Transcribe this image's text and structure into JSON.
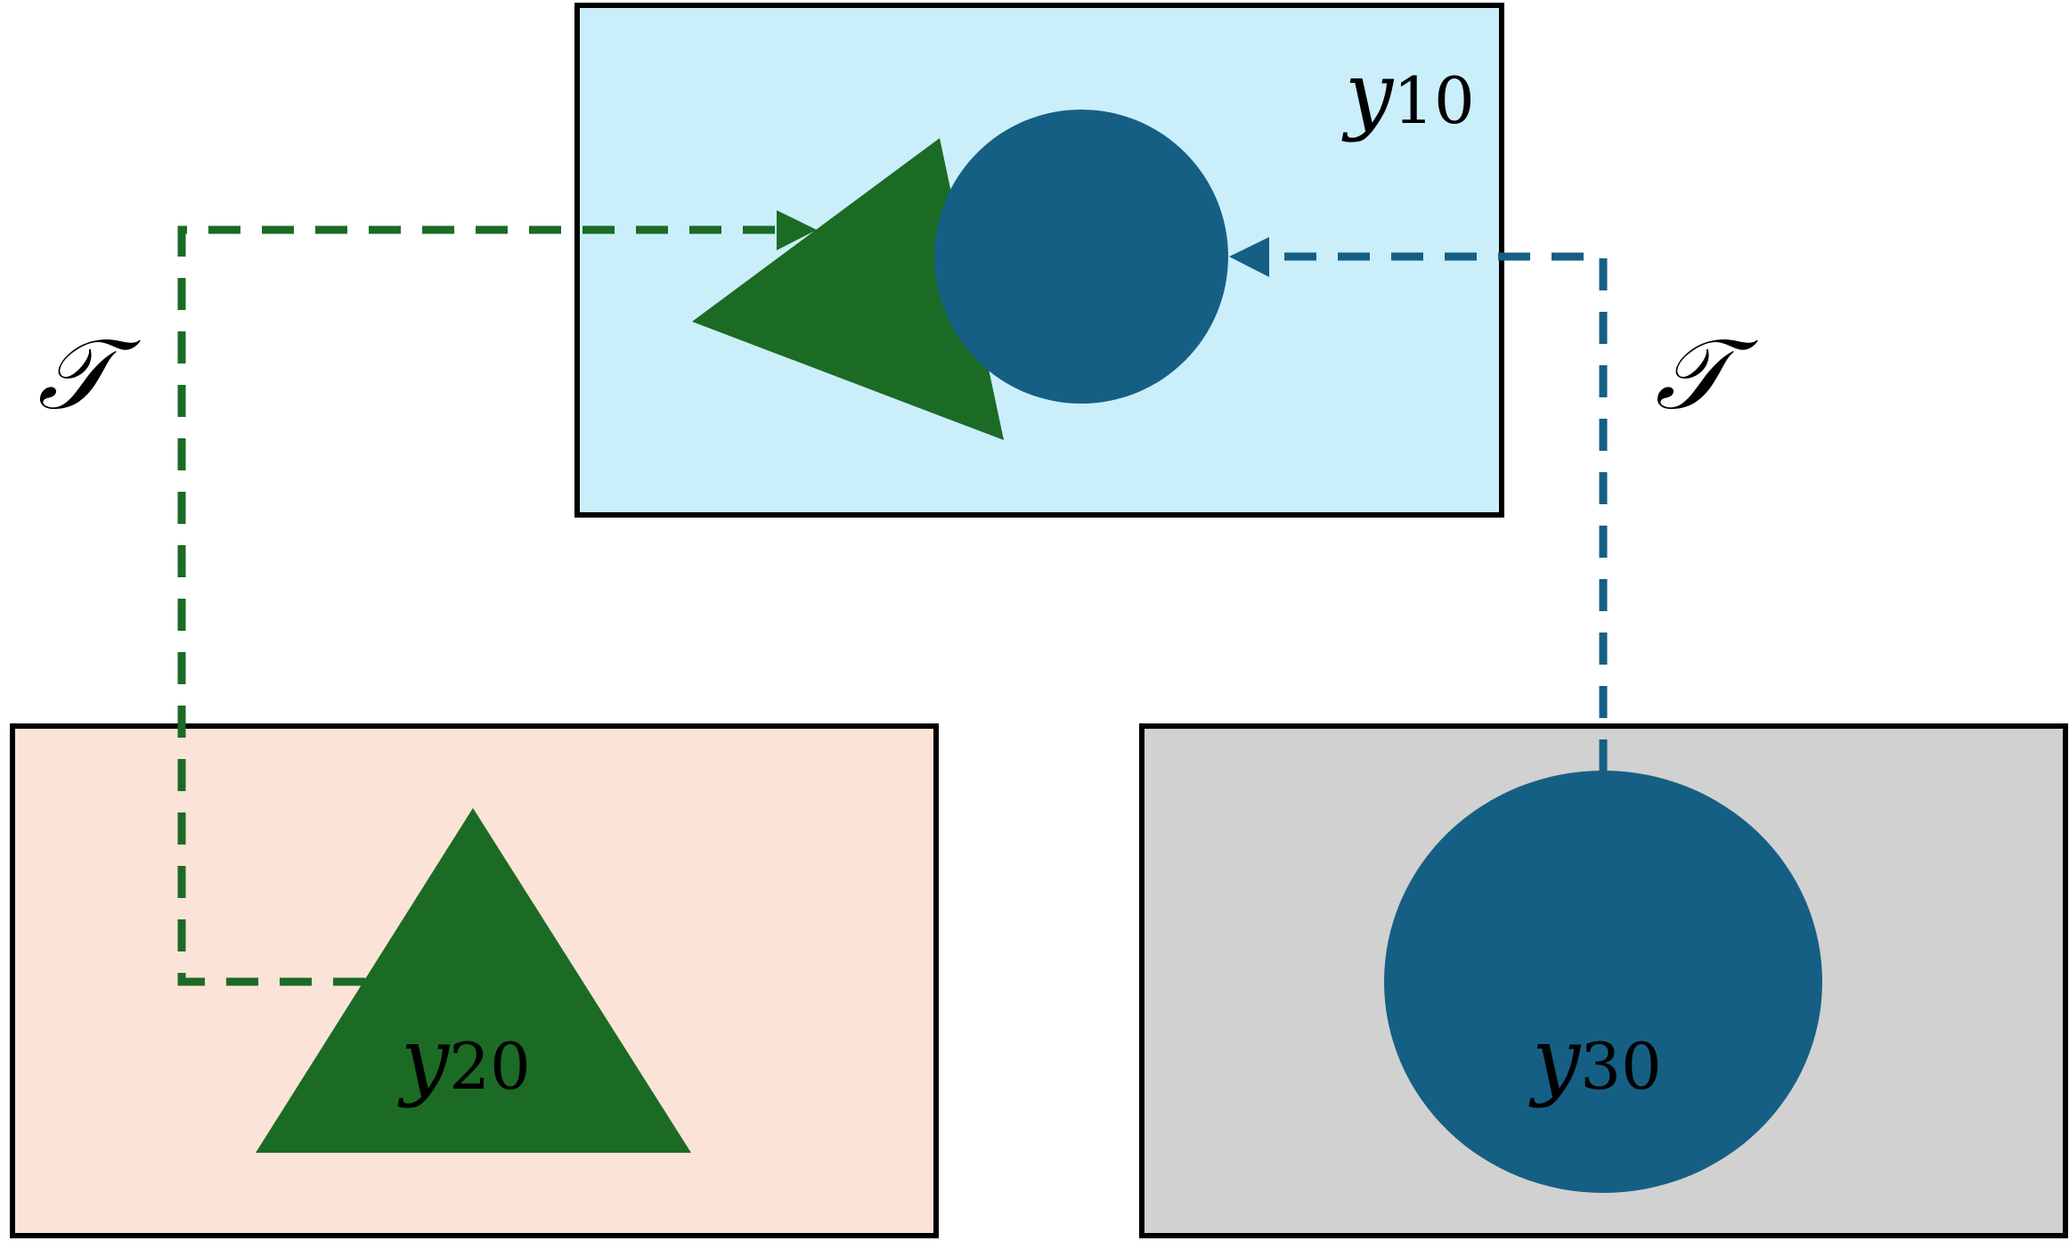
{
  "colors": {
    "panel_top": "#cbeefb",
    "panel_left": "#fbe3d7",
    "panel_right": "#d1d1d1",
    "border": "#000000",
    "green": "#1b6b25",
    "blue": "#165f84"
  },
  "labels": {
    "top_panel": {
      "main": "y",
      "sub": "10"
    },
    "left_panel": {
      "main": "y",
      "sub": "20"
    },
    "right_panel": {
      "main": "y",
      "sub": "30"
    },
    "left_transform": "𝒯",
    "right_transform": "𝒯"
  }
}
